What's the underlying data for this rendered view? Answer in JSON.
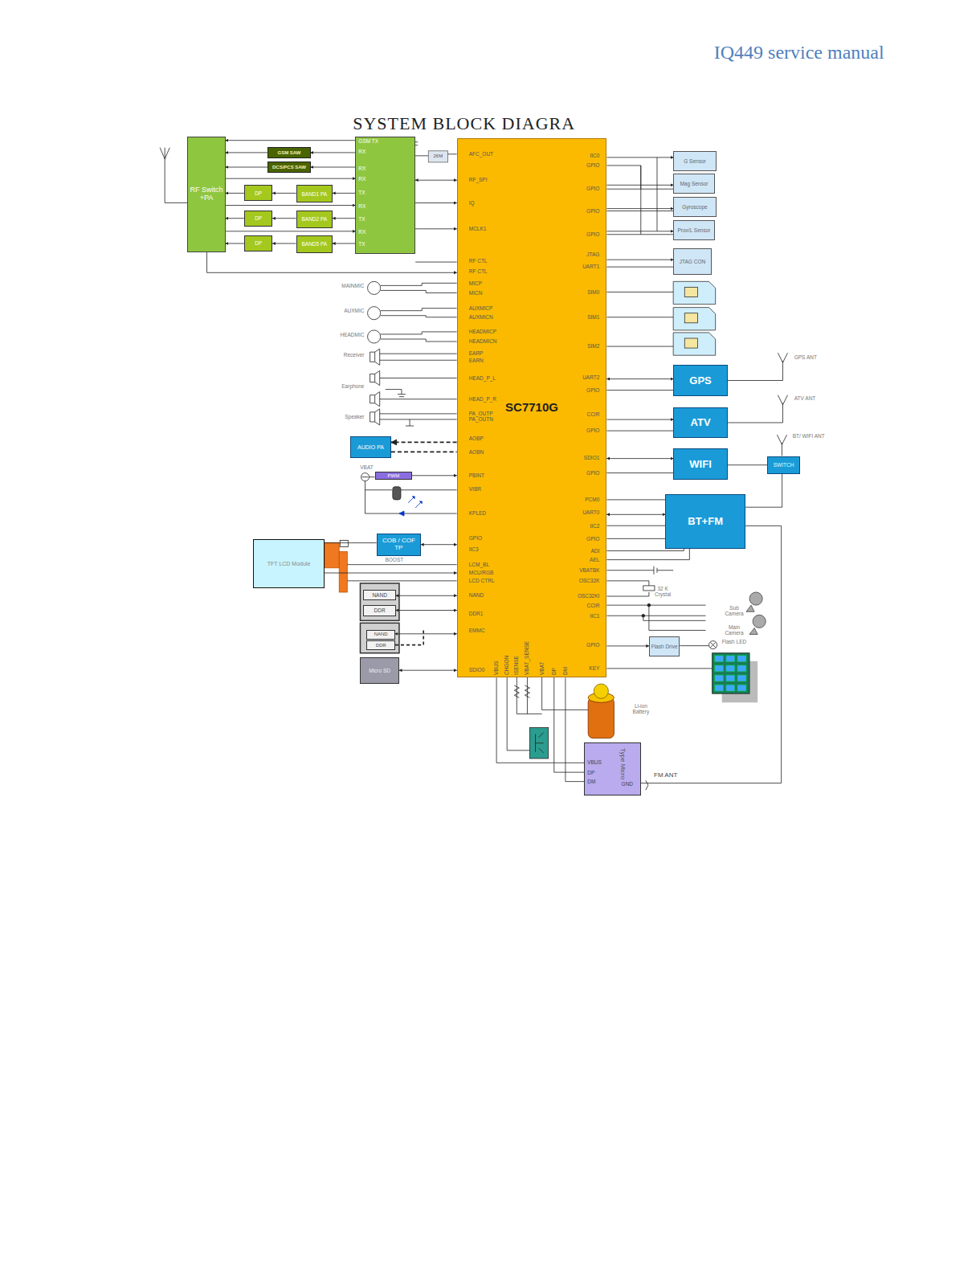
{
  "diagram": {
    "title": "SYSTEM BLOCK DIAGRA",
    "nodes": [
      {
        "text": [
          "RF Switch +PA"
        ]
      },
      {
        "text": [
          "GSM TX",
          "RX",
          "RX",
          "RX",
          "TX",
          "RX",
          "TX",
          "RX",
          "TX"
        ]
      },
      {
        "text": [
          "GSM SAW"
        ]
      },
      {
        "text": [
          "DCS/PCS SAW"
        ]
      },
      {
        "text": [
          "DP"
        ]
      },
      {
        "text": [
          "BAND1 PA"
        ]
      },
      {
        "text": [
          "DP"
        ]
      },
      {
        "text": [
          "BAND2 PA"
        ]
      },
      {
        "text": [
          "DP"
        ]
      },
      {
        "text": [
          "BAND5 PA"
        ]
      },
      {
        "text": [
          "SC7710G"
        ]
      },
      {
        "text": [
          "G Sensor"
        ]
      },
      {
        "text": [
          "Mag Sensor"
        ]
      },
      {
        "text": [
          "Gyroscope"
        ]
      },
      {
        "text": [
          "Prox/L Sensor"
        ]
      },
      {
        "text": [
          "JTAG CON"
        ]
      },
      {
        "text": [
          "GPS"
        ]
      },
      {
        "text": [
          "ATV"
        ]
      },
      {
        "text": [
          "WIFI"
        ]
      },
      {
        "text": [
          "SWITCH"
        ]
      },
      {
        "text": [
          "BT+FM"
        ]
      },
      {
        "text": [
          "AUDIO PA"
        ]
      },
      {
        "text": [
          "PWM"
        ]
      },
      {
        "text": [
          "COB / COF TP"
        ]
      },
      {
        "text": [
          "TFT LCD Module"
        ]
      },
      {
        "text": [
          "NAND"
        ]
      },
      {
        "text": [
          "DDR"
        ]
      },
      {
        "text": [
          "NAND"
        ]
      },
      {
        "text": [
          "DDR"
        ]
      },
      {
        "text": [
          "Micro SD"
        ]
      },
      {
        "text": [
          "Flash Drive"
        ]
      },
      {
        "text": [
          "Type Micro"
        ]
      }
    ],
    "edges": [
      {
        "from": 1,
        "to": 0,
        "arrow": "to"
      },
      {
        "from": 2,
        "to": 0,
        "arrow": "to"
      },
      {
        "from": 1,
        "to": 2,
        "arrow": "to"
      },
      {
        "from": 3,
        "to": 0,
        "arrow": "to"
      },
      {
        "from": 1,
        "to": 3,
        "arrow": "to"
      },
      {
        "from": 0,
        "to": 1,
        "arrow": "to"
      },
      {
        "from": 1,
        "to": 5,
        "arrow": "to"
      },
      {
        "from": 5,
        "to": 4,
        "arrow": "to"
      },
      {
        "from": 4,
        "to": 0,
        "arrow": "to"
      },
      {
        "from": 0,
        "to": 1,
        "arrow": "to"
      },
      {
        "from": 1,
        "to": 7,
        "arrow": "to"
      },
      {
        "from": 7,
        "to": 6,
        "arrow": "to"
      },
      {
        "from": 6,
        "to": 0,
        "arrow": "to"
      },
      {
        "from": 0,
        "to": 1,
        "arrow": "to"
      },
      {
        "from": 1,
        "to": 9,
        "arrow": "to"
      },
      {
        "from": 9,
        "to": 8,
        "arrow": "to"
      },
      {
        "from": 8,
        "to": 0,
        "arrow": "to"
      },
      {
        "from": 1,
        "to": 10,
        "arrow": "both"
      },
      {
        "from": 1,
        "to": 10,
        "arrow": "to"
      },
      {
        "from": 1,
        "to": 10,
        "arrow": "to"
      },
      {
        "from": 0,
        "to": 10,
        "arrow": "to"
      },
      {
        "from": 10,
        "to": 11,
        "arrow": "to"
      },
      {
        "from": 10,
        "to": 12,
        "arrow": "to"
      },
      {
        "from": 10,
        "to": 13,
        "arrow": "to"
      },
      {
        "from": 10,
        "to": 14,
        "arrow": "to"
      },
      {
        "from": 10,
        "to": 15,
        "arrow": "to"
      },
      {
        "from": 10,
        "to": 16,
        "arrow": "both"
      },
      {
        "from": 10,
        "to": 17,
        "arrow": "to"
      },
      {
        "from": 10,
        "to": 18,
        "arrow": "both"
      },
      {
        "from": 18,
        "to": 19,
        "arrow": "none"
      },
      {
        "from": 20,
        "to": 19,
        "arrow": "none"
      },
      {
        "from": 10,
        "to": 20,
        "arrow": "both"
      },
      {
        "from": 20,
        "to": 31,
        "arrow": "none"
      },
      {
        "from": 10,
        "to": 21,
        "arrow": "to"
      },
      {
        "from": 22,
        "to": 10,
        "arrow": "to"
      },
      {
        "from": 23,
        "to": 10,
        "arrow": "both"
      },
      {
        "from": 24,
        "to": 23,
        "arrow": "none"
      },
      {
        "from": 24,
        "to": 10,
        "arrow": "to"
      },
      {
        "from": 25,
        "to": 10,
        "arrow": "both"
      },
      {
        "from": 26,
        "to": 10,
        "arrow": "both"
      },
      {
        "from": 27,
        "to": 10,
        "arrow": "both"
      },
      {
        "from": 29,
        "to": 10,
        "arrow": "both"
      },
      {
        "from": 10,
        "to": 30,
        "arrow": "to"
      },
      {
        "from": 10,
        "to": 31,
        "arrow": "none"
      },
      {
        "from": 10,
        "to": 31,
        "arrow": "none"
      }
    ],
    "labels": [
      "IQ449 service manual",
      "AFC_OUT",
      "RF_SPI",
      "IQ",
      "MCLK1",
      "RF CTL",
      "RF CTL",
      "MICP",
      "MICN",
      "AUXMICP",
      "AUXMICN",
      "HEADMICP",
      "HEADMICN",
      "EARP",
      "EARN",
      "HEAD_P_L",
      "HEAD_P_R",
      "PA_OUTP",
      "PA_OUTN",
      "AOBP",
      "AOBN",
      "PBINT",
      "VIBR",
      "KPLED",
      "GPIO",
      "IIC3",
      "LCM_BL",
      "MCU/RGB",
      "LCD CTRL",
      "NAND",
      "DDR1",
      "EMMC",
      "SDIO0",
      "IIC0",
      "GPIO",
      "GPIO",
      "GPIO",
      "GPIO",
      "JTAG",
      "UART1",
      "SIM0",
      "SIM1",
      "SIM2",
      "UART2",
      "GPIO",
      "CCIR",
      "GPIO",
      "SDIO1",
      "GPIO",
      "PCM0",
      "UART0",
      "IIC2",
      "GPIO",
      "ADI",
      "AEL",
      "VBATBK",
      "OSC32K",
      "OSC32KI",
      "CCIR",
      "IIC1",
      "GPIO",
      "KEY",
      "VBUS",
      "CHGON",
      "ISENSE",
      "VBAT_SENSE",
      "VBAT",
      "DP",
      "DM",
      "MAINMIC",
      "AUXMIC",
      "HEADMIC",
      "Receiver",
      "Earphone",
      "Speaker",
      "VBAT",
      "BOOST",
      "26M",
      "GPS ANT",
      "ATV ANT",
      "BT/ WIFI ANT",
      "32 K Crystal",
      "Sub Camera",
      "Main Camera",
      "Flash LED",
      "FM ANT",
      "Li-ion Battery",
      "VBUS",
      "DP",
      "DM",
      "GND"
    ]
  }
}
